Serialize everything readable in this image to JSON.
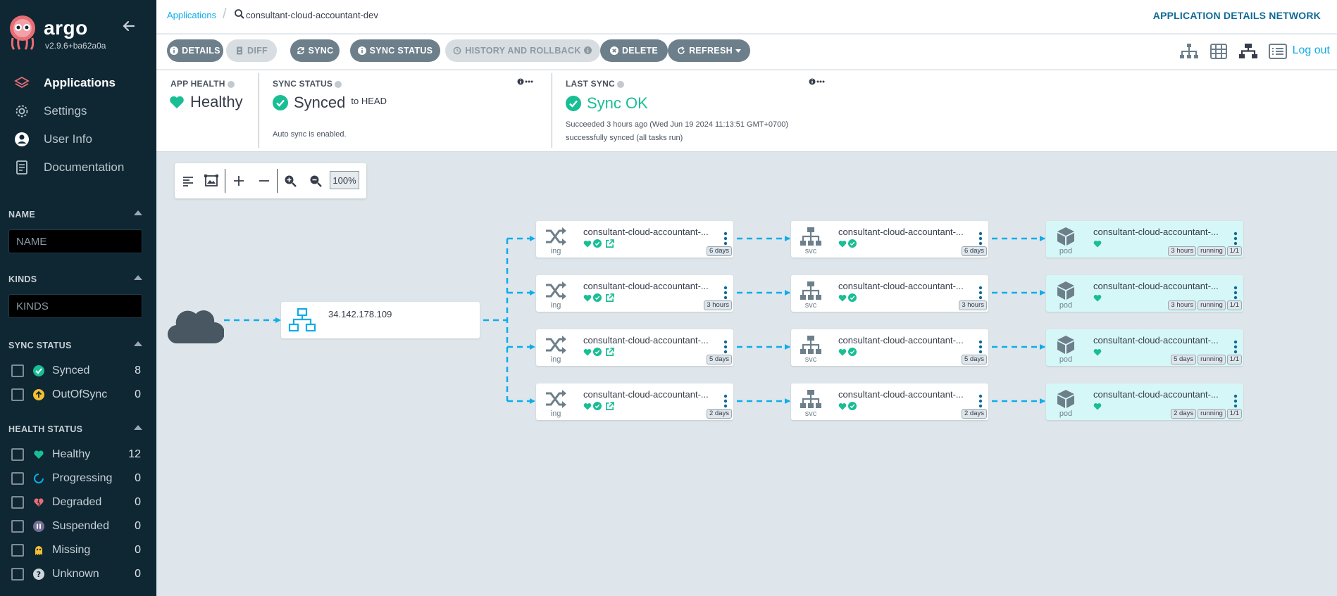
{
  "app": {
    "name": "argo",
    "version": "v2.9.6+ba62a0a"
  },
  "sidebar": {
    "nav": [
      {
        "label": "Applications",
        "icon": "layers-icon"
      },
      {
        "label": "Settings",
        "icon": "gear-icon"
      },
      {
        "label": "User Info",
        "icon": "user-icon"
      },
      {
        "label": "Documentation",
        "icon": "document-icon"
      }
    ],
    "filters": {
      "name": {
        "title": "NAME",
        "placeholder": "NAME"
      },
      "kinds": {
        "title": "KINDS",
        "placeholder": "KINDS"
      },
      "sync_status": {
        "title": "SYNC STATUS",
        "items": [
          {
            "label": "Synced",
            "count": "8",
            "color": "#18be94"
          },
          {
            "label": "OutOfSync",
            "count": "0",
            "color": "#f4c030"
          }
        ]
      },
      "health_status": {
        "title": "HEALTH STATUS",
        "items": [
          {
            "label": "Healthy",
            "count": "12",
            "color": "#18be94"
          },
          {
            "label": "Progressing",
            "count": "0",
            "color": "#0dadea"
          },
          {
            "label": "Degraded",
            "count": "0",
            "color": "#e96d76"
          },
          {
            "label": "Suspended",
            "count": "0",
            "color": "#766f94"
          },
          {
            "label": "Missing",
            "count": "0",
            "color": "#f4c030"
          },
          {
            "label": "Unknown",
            "count": "0",
            "color": "#ccd6dd"
          }
        ]
      }
    }
  },
  "header": {
    "breadcrumb_root": "Applications",
    "breadcrumb_current": "consultant-cloud-accountant-dev",
    "title": "APPLICATION DETAILS NETWORK",
    "logout": "Log out"
  },
  "toolbar": {
    "details": "DETAILS",
    "diff": "DIFF",
    "sync": "SYNC",
    "sync_status": "SYNC STATUS",
    "history": "HISTORY AND ROLLBACK",
    "delete": "DELETE",
    "refresh": "REFRESH"
  },
  "status": {
    "app_health": {
      "label": "APP HEALTH",
      "value": "Healthy"
    },
    "sync_status": {
      "label": "SYNC STATUS",
      "value": "Synced",
      "target": "to HEAD",
      "note": "Auto sync is enabled."
    },
    "last_sync": {
      "label": "LAST SYNC",
      "value": "Sync OK",
      "detail": "Succeeded 3 hours ago (Wed Jun 19 2024 11:13:51 GMT+0700)",
      "message": "successfully synced (all tasks run)"
    }
  },
  "graph": {
    "zoom": "100%",
    "load_balancer": "34.142.178.109",
    "rows": [
      {
        "ing": {
          "name": "consultant-cloud-accountant-...",
          "kind": "ing",
          "age": "6 days"
        },
        "svc": {
          "name": "consultant-cloud-accountant-...",
          "kind": "svc",
          "age": "6 days"
        },
        "pod": {
          "name": "consultant-cloud-accountant-...",
          "kind": "pod",
          "age": "3 hours",
          "state": "running",
          "ready": "1/1"
        }
      },
      {
        "ing": {
          "name": "consultant-cloud-accountant-...",
          "kind": "ing",
          "age": "3 hours"
        },
        "svc": {
          "name": "consultant-cloud-accountant-...",
          "kind": "svc",
          "age": "3 hours"
        },
        "pod": {
          "name": "consultant-cloud-accountant-...",
          "kind": "pod",
          "age": "3 hours",
          "state": "running",
          "ready": "1/1"
        }
      },
      {
        "ing": {
          "name": "consultant-cloud-accountant-...",
          "kind": "ing",
          "age": "5 days"
        },
        "svc": {
          "name": "consultant-cloud-accountant-...",
          "kind": "svc",
          "age": "5 days"
        },
        "pod": {
          "name": "consultant-cloud-accountant-...",
          "kind": "pod",
          "age": "5 days",
          "state": "running",
          "ready": "1/1"
        }
      },
      {
        "ing": {
          "name": "consultant-cloud-accountant-...",
          "kind": "ing",
          "age": "2 days"
        },
        "svc": {
          "name": "consultant-cloud-accountant-...",
          "kind": "svc",
          "age": "2 days"
        },
        "pod": {
          "name": "consultant-cloud-accountant-...",
          "kind": "pod",
          "age": "2 days",
          "state": "running",
          "ready": "1/1"
        }
      }
    ]
  },
  "colors": {
    "sidebar_bg": "#0f2733",
    "accent": "#0dadea",
    "healthy": "#18be94",
    "button": "#6d7f8b",
    "pod_bg": "#d6f7f7"
  }
}
